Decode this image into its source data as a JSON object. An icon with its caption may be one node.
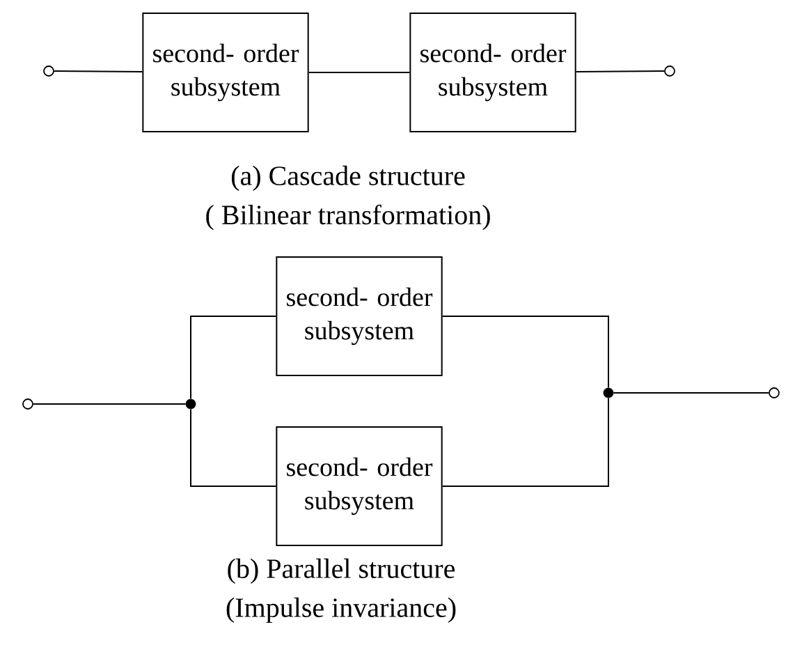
{
  "diagram": {
    "nodes": [
      {
        "text": [],
        "shape": "circle"
      },
      {
        "text": [
          "second- order subsystem"
        ]
      },
      {
        "text": [
          "second- order subsystem"
        ]
      },
      {
        "text": [],
        "shape": "circle"
      },
      {
        "text": [],
        "shape": "circle"
      },
      {
        "text": [],
        "shape": "circle"
      },
      {
        "text": [
          "second- order subsystem"
        ]
      },
      {
        "text": [
          "second- order subsystem"
        ]
      },
      {
        "text": [],
        "shape": "circle"
      },
      {
        "text": [],
        "shape": "circle"
      }
    ],
    "edges": [
      {
        "from": 0,
        "to": 1,
        "arrow": "none"
      },
      {
        "from": 1,
        "to": 2,
        "arrow": "none"
      },
      {
        "from": 2,
        "to": 3,
        "arrow": "none"
      },
      {
        "from": 4,
        "to": 5,
        "arrow": "none"
      },
      {
        "from": 5,
        "to": 6,
        "arrow": "none"
      },
      {
        "from": 5,
        "to": 7,
        "arrow": "none"
      },
      {
        "from": 6,
        "to": 8,
        "arrow": "none"
      },
      {
        "from": 7,
        "to": 8,
        "arrow": "none"
      },
      {
        "from": 8,
        "to": 9,
        "arrow": "none"
      }
    ],
    "labels": [
      "(a) Cascade structure",
      "( Bilinear transformation)",
      "(b) Parallel structure",
      "(Impulse invariance)"
    ]
  }
}
